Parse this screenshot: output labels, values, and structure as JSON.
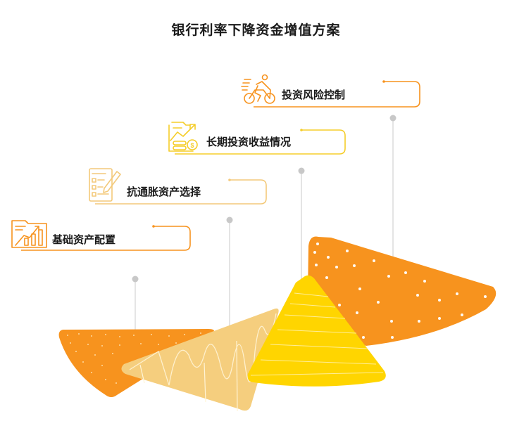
{
  "title": "银行利率下降资金增值方案",
  "colors": {
    "orange": "#F7931E",
    "light_orange": "#F5CE7E",
    "yellow": "#FFD500",
    "yellow_outline": "#F5CD2A",
    "pale_outline": "#F3C97A",
    "connector": "#D9D9D9",
    "connector_dot": "#C4C4C4"
  },
  "items": [
    {
      "label": "基础资产配置",
      "icon": "chart-folder-icon",
      "color": "#F7931E"
    },
    {
      "label": "抗通胀资产选择",
      "icon": "checklist-pencil-icon",
      "color": "#F3C97A"
    },
    {
      "label": "长期投资收益情况",
      "icon": "growth-money-icon",
      "color": "#F5CD2A"
    },
    {
      "label": "投资风险控制",
      "icon": "cyclist-icon",
      "color": "#F7931E"
    }
  ]
}
